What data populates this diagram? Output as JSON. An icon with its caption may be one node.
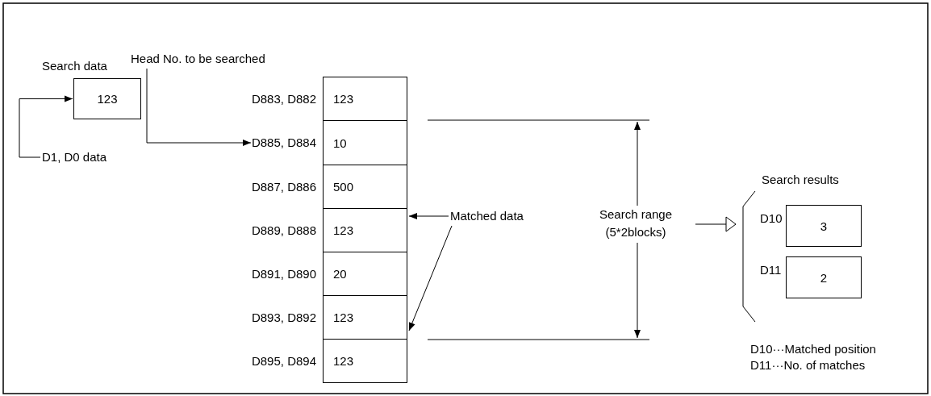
{
  "diagram": {
    "nodes": [
      {
        "text": [
          "Search data",
          "123"
        ]
      },
      {
        "text": [
          "D1, D0 data"
        ]
      },
      {
        "text": [
          "Head No. to be searched"
        ]
      },
      {
        "text": [
          "123"
        ],
        "beside": [
          "D883, D882"
        ]
      },
      {
        "text": [
          "10"
        ],
        "beside": [
          "D885, D884"
        ]
      },
      {
        "text": [
          "500"
        ],
        "beside": [
          "D887, D886"
        ]
      },
      {
        "text": [
          "123"
        ],
        "beside": [
          "D889, D888"
        ]
      },
      {
        "text": [
          "20"
        ],
        "beside": [
          "D891, D890"
        ]
      },
      {
        "text": [
          "123"
        ],
        "beside": [
          "D893, D892"
        ]
      },
      {
        "text": [
          "123"
        ],
        "beside": [
          "D895, D894"
        ]
      },
      {
        "text": [
          "Matched data"
        ]
      },
      {
        "text": [
          "Search range (5*2blocks)"
        ]
      },
      {
        "text": [
          "Search results"
        ]
      },
      {
        "text": [
          "3"
        ],
        "beside": [
          "D10"
        ],
        "in": 12
      },
      {
        "text": [
          "2"
        ],
        "beside": [
          "D11"
        ],
        "in": 12
      }
    ],
    "edges": [
      {
        "from": 1,
        "to": 0,
        "arrow": "to"
      },
      {
        "from": 2,
        "to": 4,
        "arrow": "to"
      },
      {
        "from": 10,
        "to": 6,
        "arrow": "to"
      },
      {
        "from": 10,
        "to": 8,
        "arrow": "to"
      },
      {
        "from": 11,
        "to": 12,
        "arrow": "to"
      }
    ],
    "labels": [
      "D10···Matched position",
      "D11···No. of matches"
    ]
  }
}
